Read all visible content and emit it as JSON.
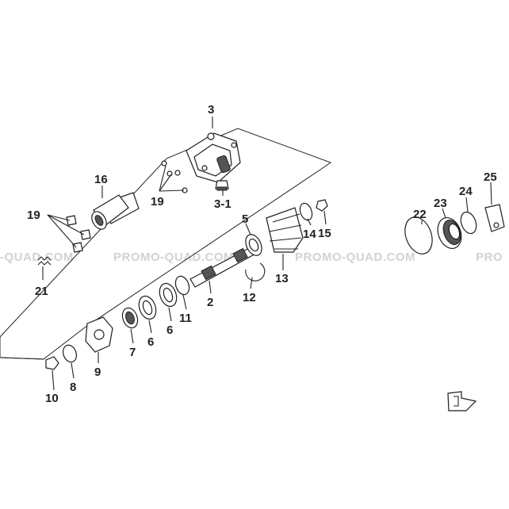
{
  "watermark": {
    "text": "PROMO-QUAD.COM",
    "left_fragment": "-QUAD.COM",
    "right_fragment": "PRO"
  },
  "callouts": {
    "p2": "2",
    "p3": "3",
    "p3_1": "3-1",
    "p5": "5",
    "p6a": "6",
    "p6b": "6",
    "p7": "7",
    "p8": "8",
    "p9": "9",
    "p10": "10",
    "p11": "11",
    "p12": "12",
    "p13": "13",
    "p14": "14",
    "p15": "15",
    "p16": "16",
    "p19a": "19",
    "p19b": "19",
    "p21": "21",
    "p22": "22",
    "p23": "23",
    "p24": "24",
    "p25": "25"
  },
  "icons": {
    "corner_logo": "corner-logo-icon"
  }
}
